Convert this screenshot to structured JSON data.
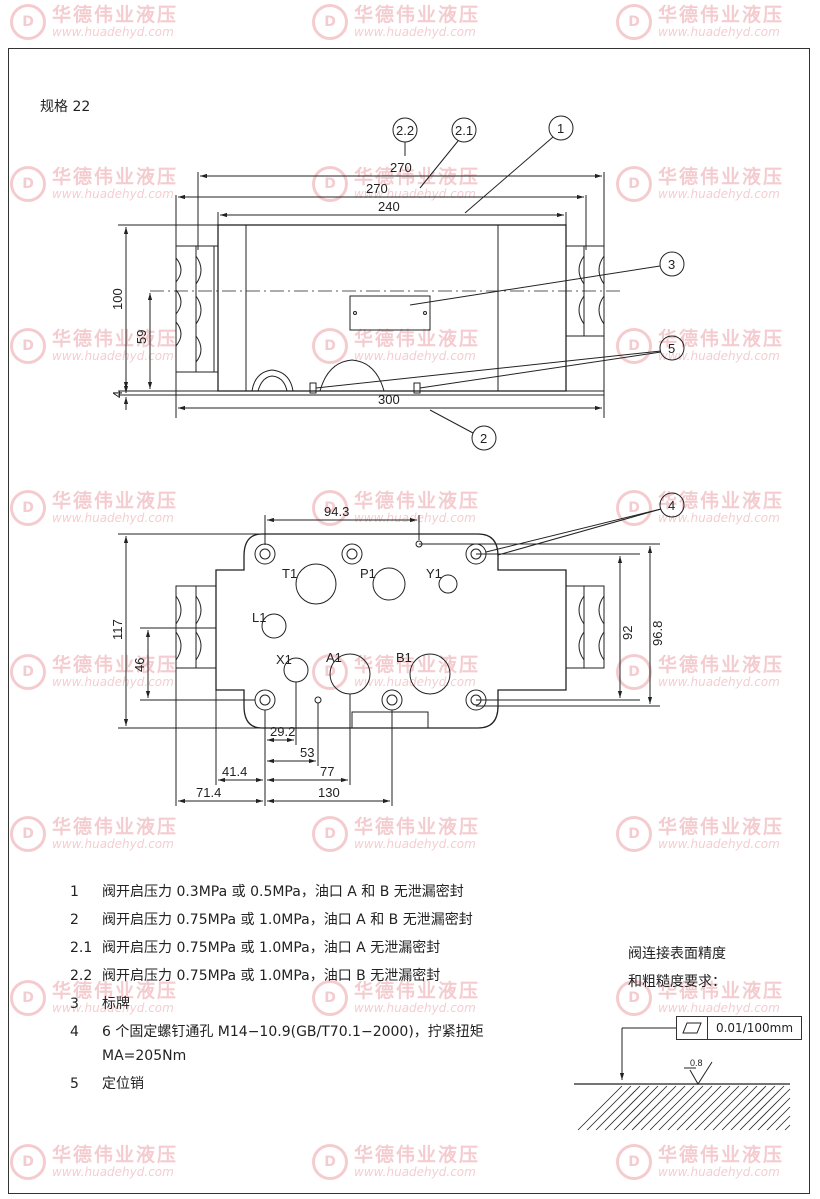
{
  "watermark": {
    "brand": "华德伟业液压",
    "url": "www.huadehyd.com",
    "logo": "D"
  },
  "spec_title": "规格 22",
  "top_view": {
    "dims": {
      "d270_a": "270",
      "d270_b": "270",
      "d240": "240",
      "d300": "300",
      "d100": "100",
      "d59": "59",
      "d4": "4"
    },
    "callouts": {
      "c22": "2.2",
      "c21": "2.1",
      "c1": "1",
      "c3": "3",
      "c5": "5",
      "c2": "2"
    }
  },
  "bottom_view": {
    "dims": {
      "d943": "94.3",
      "d117": "117",
      "d46": "46",
      "d92": "92",
      "d968": "96.8",
      "d292": "29.2",
      "d53": "53",
      "d77": "77",
      "d414": "41.4",
      "d714": "71.4",
      "d130": "130"
    },
    "ports": {
      "t1": "T1",
      "p1": "P1",
      "y1": "Y1",
      "l1": "L1",
      "x1": "X1",
      "a1": "A1",
      "b1": "B1"
    },
    "callouts": {
      "c4": "4"
    }
  },
  "notes": [
    {
      "num": "1",
      "text": "阀开启压力 0.3MPa 或 0.5MPa，油口 A 和 B 无泄漏密封"
    },
    {
      "num": "2",
      "text": "阀开启压力 0.75MPa 或 1.0MPa，油口 A 和 B 无泄漏密封"
    },
    {
      "num": "2.1",
      "text": "阀开启压力 0.75MPa 或 1.0MPa，油口 A 无泄漏密封"
    },
    {
      "num": "2.2",
      "text": "阀开启压力 0.75MPa 或 1.0MPa，油口 B 无泄漏密封"
    },
    {
      "num": "3",
      "text": "标牌"
    },
    {
      "num": "4",
      "text": "6 个固定螺钉通孔  M14−10.9(GB/T70.1−2000)，拧紧扭矩",
      "cont": "MA=205Nm"
    },
    {
      "num": "5",
      "text": "定位销"
    }
  ],
  "surface_req": {
    "line1": "阀连接表面精度",
    "line2": "和粗糙度要求：",
    "flatness_icon": "parallelogram-flatness-icon",
    "tolerance": "0.01/100mm",
    "roughness": "0.8"
  }
}
